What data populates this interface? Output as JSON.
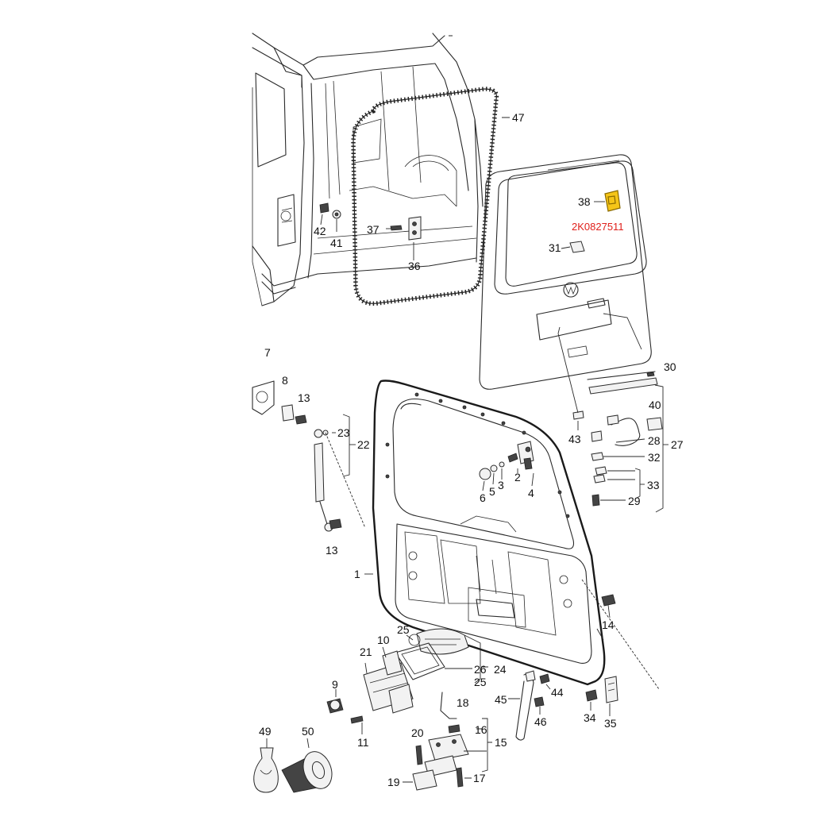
{
  "highlight_color": "#f5c518",
  "part_number_color": "#e0201b",
  "part_number": "2K0827511",
  "callouts": {
    "c1": "1",
    "c2": "2",
    "c3": "3",
    "c4": "4",
    "c5": "5",
    "c6": "6",
    "c7": "7",
    "c8": "8",
    "c9": "9",
    "c10": "10",
    "c11": "11",
    "c13a": "13",
    "c13b": "13",
    "c14": "14",
    "c15": "15",
    "c16": "16",
    "c17": "17",
    "c18": "18",
    "c19": "19",
    "c20": "20",
    "c21": "21",
    "c22": "22",
    "c23": "23",
    "c24": "24",
    "c25a": "25",
    "c25b": "25",
    "c26": "26",
    "c27": "27",
    "c28": "28",
    "c29": "29",
    "c30": "30",
    "c31": "31",
    "c32": "32",
    "c33": "33",
    "c34": "34",
    "c35": "35",
    "c36": "36",
    "c37": "37",
    "c38": "38",
    "c40": "40",
    "c41": "41",
    "c42": "42",
    "c43": "43",
    "c44": "44",
    "c45": "45",
    "c46": "46",
    "c47": "47",
    "c49": "49",
    "c50": "50"
  }
}
